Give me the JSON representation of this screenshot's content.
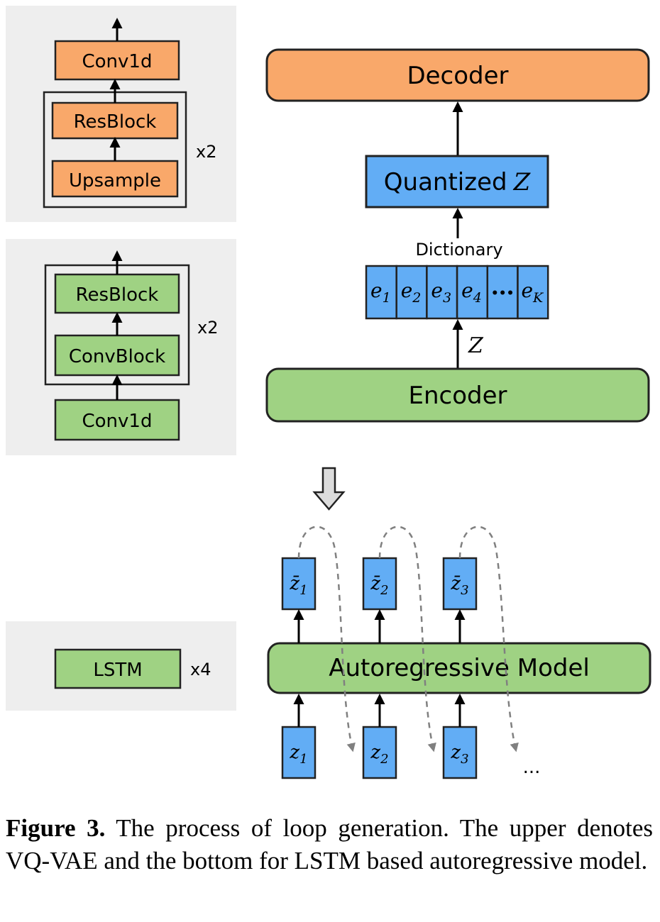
{
  "colors": {
    "orange_block": "#f9a86a",
    "green_block": "#9fd283",
    "blue_block": "#62adf5",
    "panel_bg": "#eeeeee",
    "arrow": "#000000",
    "dashed_arrow": "#808080",
    "outline": "#222222"
  },
  "icons": {
    "down_arrow": "hollow-down-arrow-icon"
  },
  "decoder_panel": {
    "blocks": [
      "Conv1d",
      "ResBlock",
      "Upsample"
    ],
    "repeat": "x2"
  },
  "encoder_panel": {
    "blocks": [
      "ResBlock",
      "ConvBlock",
      "Conv1d"
    ],
    "repeat": "x2"
  },
  "lstm_panel": {
    "block": "LSTM",
    "repeat": "x4"
  },
  "vqvae": {
    "decoder": "Decoder",
    "quantized": "Quantized",
    "z_symbol": "Z",
    "dictionary_label": "Dictionary",
    "codebook": [
      {
        "base": "e",
        "sub": "1"
      },
      {
        "base": "e",
        "sub": "2"
      },
      {
        "base": "e",
        "sub": "3"
      },
      {
        "base": "e",
        "sub": "4"
      },
      {
        "ellipsis": "•••"
      },
      {
        "base": "e",
        "sub": "K"
      }
    ],
    "encoder": "Encoder"
  },
  "autoregressive": {
    "model": "Autoregressive Model",
    "outputs": [
      {
        "base": "z̄",
        "sub": "1"
      },
      {
        "base": "z̄",
        "sub": "2"
      },
      {
        "base": "z̄",
        "sub": "3"
      }
    ],
    "inputs": [
      {
        "base": "z",
        "sub": "1"
      },
      {
        "base": "z",
        "sub": "2"
      },
      {
        "base": "z",
        "sub": "3"
      }
    ],
    "continuation": "..."
  },
  "caption": {
    "label": "Figure 3.",
    "text": " The process of loop generation. The upper denotes VQ-VAE and the bottom for LSTM based autoregressive model."
  }
}
